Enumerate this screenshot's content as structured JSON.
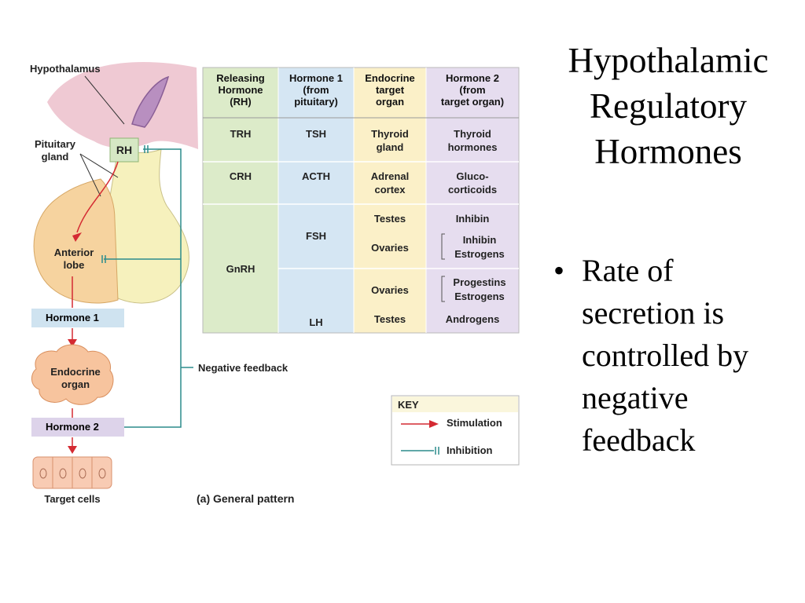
{
  "slide": {
    "title_lines": [
      "Hypothalamic",
      "Regulatory",
      "Hormones"
    ],
    "bullet": "Rate of secretion is controlled by negative feedback"
  },
  "diagram": {
    "labels": {
      "hypothalamus": "Hypothalamus",
      "pituitary_line1": "Pituitary",
      "pituitary_line2": "gland",
      "rh": "RH",
      "anterior_line1": "Anterior",
      "anterior_line2": "lobe",
      "hormone1": "Hormone 1",
      "endocrine_line1": "Endocrine",
      "endocrine_line2": "organ",
      "hormone2": "Hormone 2",
      "target_cells": "Target cells",
      "negative_feedback": "Negative feedback",
      "caption": "(a) General pattern"
    },
    "key": {
      "title": "KEY",
      "stimulation": "Stimulation",
      "inhibition": "Inhibition"
    },
    "colors": {
      "stimulation": "#d42a32",
      "inhibition": "#2c8c8c",
      "green_col": "#dcebc9",
      "blue_col": "#d5e6f3",
      "yellow_col": "#fbf0c8",
      "purple_col": "#e6ddef"
    }
  },
  "table": {
    "headers": [
      {
        "l1": "Releasing",
        "l2": "Hormone",
        "l3": "(RH)"
      },
      {
        "l1": "Hormone 1",
        "l2": "(from",
        "l3": "pituitary)"
      },
      {
        "l1": "Endocrine",
        "l2": "target",
        "l3": "organ"
      },
      {
        "l1": "Hormone 2",
        "l2": "(from",
        "l3": "target organ)"
      }
    ],
    "rows": {
      "trh": {
        "rh": "TRH",
        "h1": "TSH",
        "organ_l1": "Thyroid",
        "organ_l2": "gland",
        "h2_l1": "Thyroid",
        "h2_l2": "hormones"
      },
      "crh": {
        "rh": "CRH",
        "h1": "ACTH",
        "organ_l1": "Adrenal",
        "organ_l2": "cortex",
        "h2_l1": "Gluco-",
        "h2_l2": "corticoids"
      },
      "gnrh": {
        "rh": "GnRH",
        "fsh": "FSH",
        "lh": "LH",
        "testes1": "Testes",
        "ovaries1": "Ovaries",
        "ovaries2": "Ovaries",
        "testes2": "Testes",
        "inhibin1": "Inhibin",
        "inhibin2": "Inhibin",
        "estrogens1": "Estrogens",
        "progestins": "Progestins",
        "estrogens2": "Estrogens",
        "androgens": "Androgens"
      }
    }
  }
}
